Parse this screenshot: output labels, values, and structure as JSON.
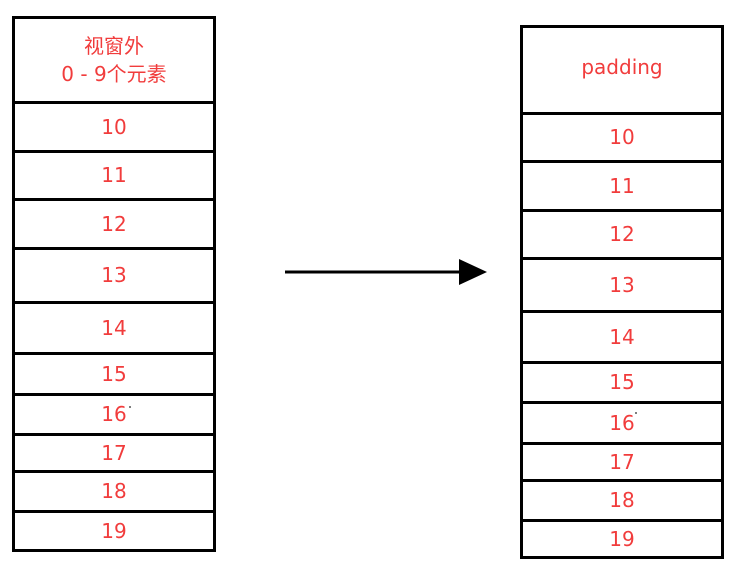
{
  "left_column": {
    "header_line1": "视窗外",
    "header_line2": "0 - 9个元素",
    "items": [
      "10",
      "11",
      "12",
      "13",
      "14",
      "15",
      "16",
      "17",
      "18",
      "19"
    ]
  },
  "right_column": {
    "header": "padding",
    "items": [
      "10",
      "11",
      "12",
      "13",
      "14",
      "15",
      "16",
      "17",
      "18",
      "19"
    ]
  },
  "colors": {
    "text": "#f13c3c",
    "border": "#000000",
    "arrow": "#000000"
  },
  "icons": {
    "arrow": "right-arrow-icon"
  }
}
